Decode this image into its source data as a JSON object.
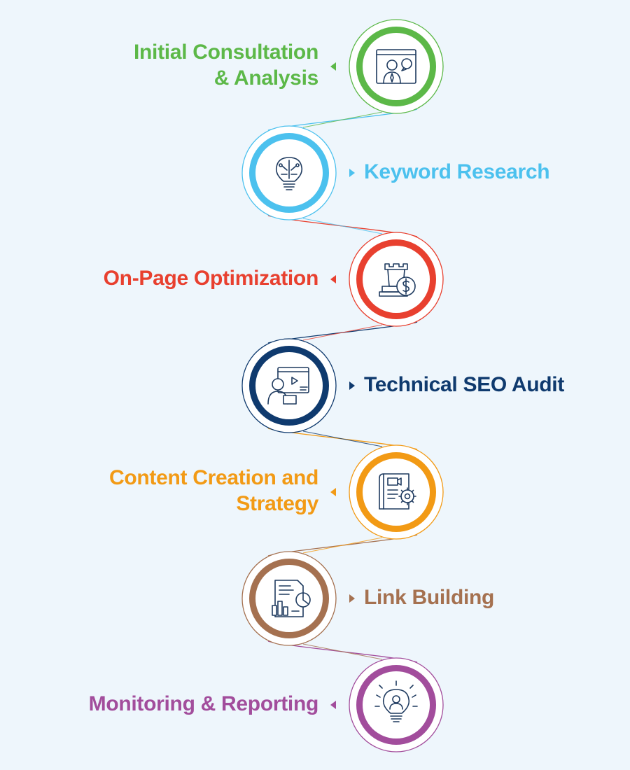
{
  "steps": [
    {
      "lines": [
        "Initial Consultation",
        "& Analysis"
      ],
      "color": "#5cb848",
      "icon": "video-consultation-icon",
      "side": "left"
    },
    {
      "lines": [
        "Keyword Research"
      ],
      "color": "#4cc1ee",
      "icon": "brain-lightbulb-icon",
      "side": "right"
    },
    {
      "lines": [
        "On-Page Optimization"
      ],
      "color": "#e8402f",
      "icon": "chess-rook-dollar-icon",
      "side": "left"
    },
    {
      "lines": [
        "Technical SEO Audit"
      ],
      "color": "#0f3a6e",
      "icon": "developer-screen-icon",
      "side": "right"
    },
    {
      "lines": [
        "Content Creation and",
        "Strategy"
      ],
      "color": "#f29a15",
      "icon": "content-book-gear-icon",
      "side": "left"
    },
    {
      "lines": [
        "Link Building"
      ],
      "color": "#a57150",
      "icon": "report-charts-icon",
      "side": "right"
    },
    {
      "lines": [
        "Monitoring & Reporting"
      ],
      "color": "#a24d9c",
      "icon": "idea-bulb-person-icon",
      "side": "left"
    }
  ]
}
